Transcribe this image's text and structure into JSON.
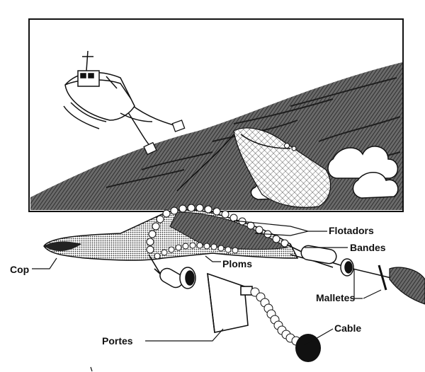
{
  "labels": {
    "flotadors": "Flotadors",
    "bandes": "Bandes",
    "cop": "Cop",
    "ploms": "Ploms",
    "malletes": "Malletes",
    "cable": "Cable",
    "portes": "Portes"
  },
  "colors": {
    "ink": "#111111",
    "paper": "#ffffff",
    "sea": "#5a5a5a",
    "net": "#888888"
  }
}
